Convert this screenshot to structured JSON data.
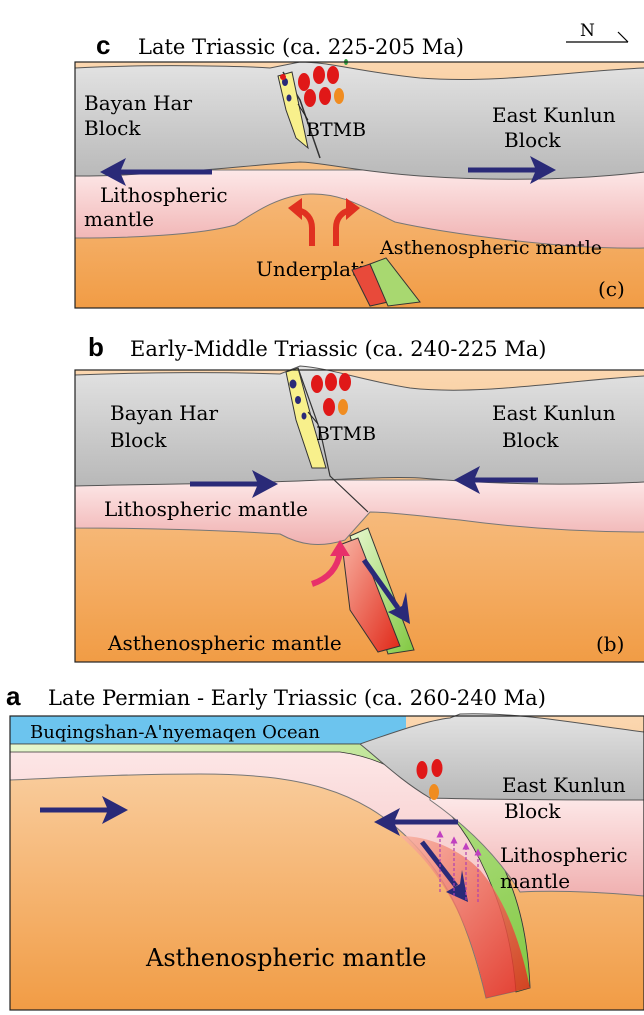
{
  "north_label": "N",
  "panels": {
    "c": {
      "letter": "c",
      "title": "Late Triassic (ca. 225-205 Ma)",
      "left_block": [
        "Bayan Har",
        "Block"
      ],
      "right_block": [
        "East Kunlun",
        "Block"
      ],
      "btmb": "BTMB",
      "lithospheric": [
        "Lithospheric",
        "mantle"
      ],
      "asthenospheric": "Asthenospheric mantle",
      "underplating": "Underplating",
      "tag": "(c)"
    },
    "b": {
      "letter": "b",
      "title": "Early-Middle Triassic (ca. 240-225 Ma)",
      "left_block": [
        "Bayan Har",
        "Block"
      ],
      "right_block": [
        "East Kunlun",
        "Block"
      ],
      "btmb": "BTMB",
      "lithospheric": "Lithospheric mantle",
      "asthenospheric": "Asthenospheric mantle",
      "tag": "(b)"
    },
    "a": {
      "letter": "a",
      "title": "Late Permian - Early Triassic (ca. 260-240 Ma)",
      "ocean": "Buqingshan-A'nyemaqen Ocean",
      "right_block": [
        "East Kunlun",
        "Block"
      ],
      "lithospheric": [
        "Lithospheric",
        "mantle"
      ],
      "asthenospheric": "Asthenospheric mantle"
    }
  },
  "colors": {
    "crust": "#c8c8c8",
    "lithosphere": "#f4c4c4",
    "asthenosphere": "#f5a860",
    "ocean": "#6cc4ee",
    "slab_green": "#a8d870",
    "slab_red": "#e84a3a",
    "arrow_blue": "#2a2a78",
    "arrow_red": "#e03020",
    "arrow_pink": "#e8306a",
    "pluton_red": "#e01818",
    "pluton_orange": "#f08c20",
    "intrusion_yellow": "#f8f08c"
  }
}
